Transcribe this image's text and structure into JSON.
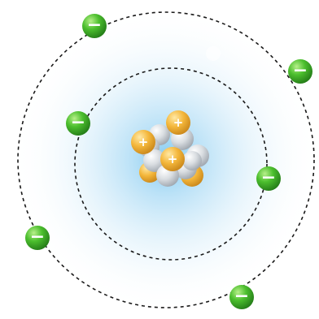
{
  "diagram": {
    "subject": "atom-model",
    "electron_sign": "−",
    "proton_sign": "+",
    "shells": [
      {
        "name": "inner-shell",
        "electron_count": 2
      },
      {
        "name": "outer-shell",
        "electron_count": 4
      }
    ],
    "nucleus": {
      "proton_count": 5,
      "neutron_count": 7
    },
    "colors": {
      "electron": "#3fae2a",
      "electron_highlight": "#9be36d",
      "proton": "#f2b33a",
      "proton_highlight": "#ffe08a",
      "neutron": "#cfd3d8",
      "neutron_highlight": "#ffffff",
      "cloud": "#bfe3f7",
      "orbit": "#1a1a1a"
    }
  }
}
